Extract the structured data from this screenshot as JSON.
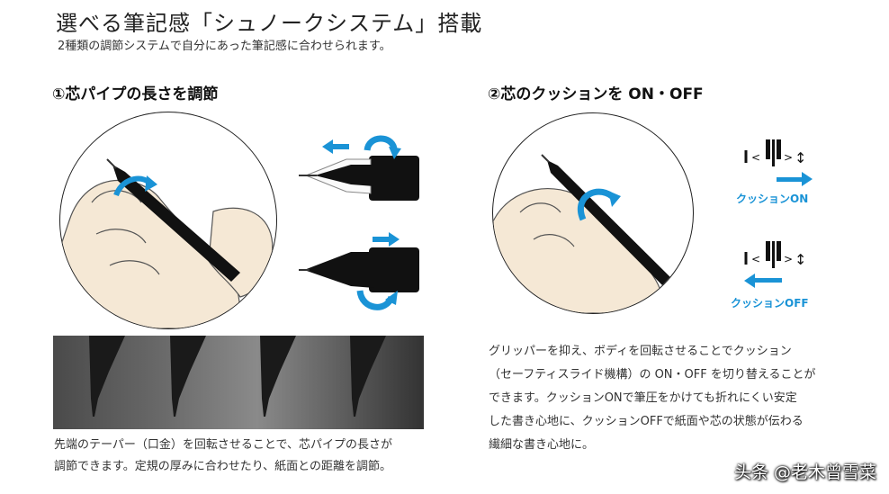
{
  "header": {
    "title": "選べる筆記感「シュノークシステム」搭載",
    "subtitle": "2種類の調節システムで自分にあった筆記感に合わせられます。"
  },
  "section1": {
    "heading": "①芯パイプの長さを調節",
    "description_lines": [
      "先端のテーパー（口金）を回転させることで、芯パイプの長さが",
      "調節できます。定規の厚みに合わせたり、紙面との距離を調節。"
    ]
  },
  "section2": {
    "heading": "②芯のクッションを ON・OFF",
    "cushion_on_label": "クッションON",
    "cushion_off_label": "クッションOFF",
    "description_lines": [
      "グリッパーを抑え、ボディを回転させることでクッション",
      "（セーフティスライド機構）の ON・OFF を切り替えることが",
      "できます。クッションONで筆圧をかけても折れにくい安定",
      "した書き心地に、クッションOFFで紙面や芯の状態が伝わる",
      "繊細な書き心地に。"
    ]
  },
  "watermark": "头条 @老木曾雪菜",
  "colors": {
    "accent": "#1a93d6",
    "skin": "#f5e8d5",
    "pen": "#111111"
  }
}
